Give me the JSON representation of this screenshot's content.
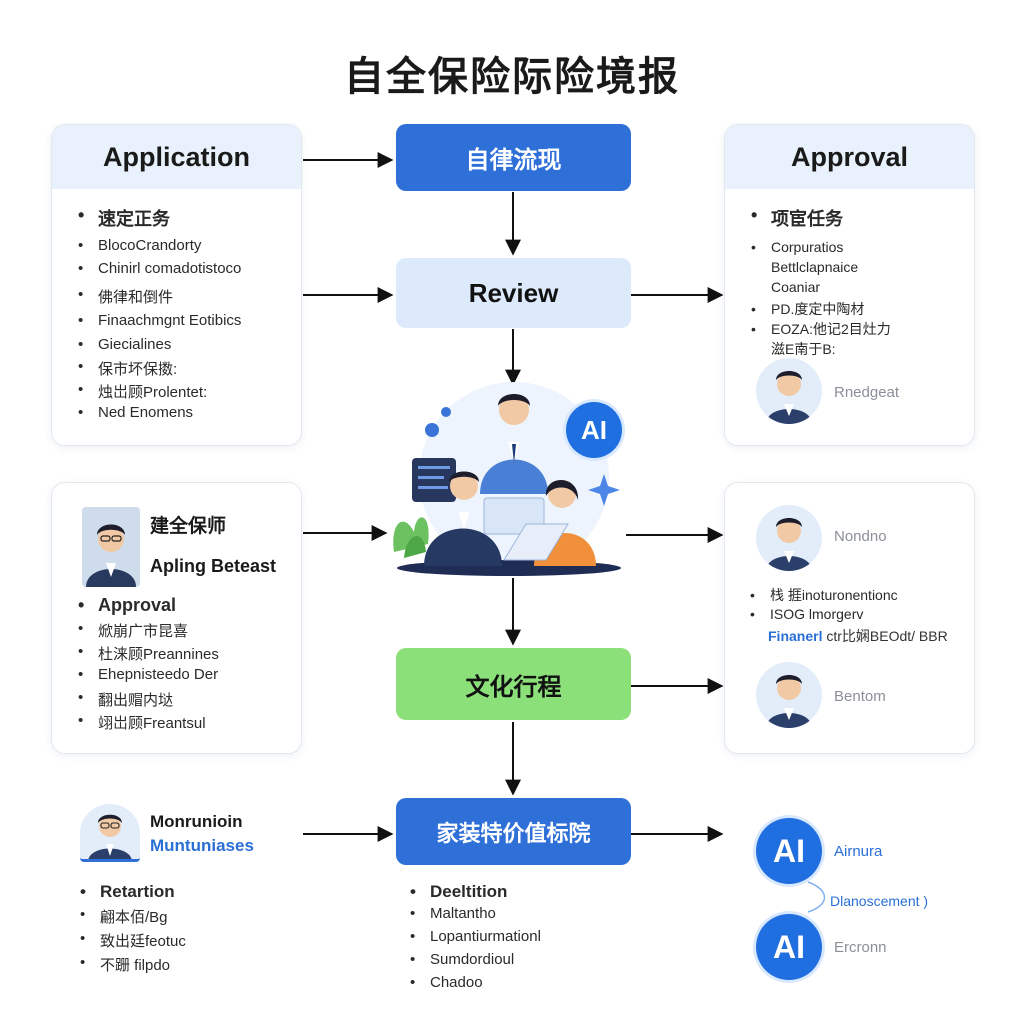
{
  "title": "自全保险际险境报",
  "flow": {
    "step1": "自律流现",
    "step2": "Review",
    "step3": "文化行程",
    "step4": "家装特价值标院",
    "ai_badge": "AI"
  },
  "application_card": {
    "header": "Application",
    "lead": "速定正务",
    "items": [
      "BlocoCrandorty",
      "Chinirl comadotistoco",
      "佛律和倒件",
      "Finaachmgnt Eotibics",
      "Giecialines",
      "保市坏保擞:",
      "烛岀顾Prolentet:",
      "Ned Enomens"
    ]
  },
  "approval_card": {
    "header": "Approval",
    "lead": "项宦任务",
    "items": [
      "Corpuratios",
      "PD.度定中陶材",
      "EOZA:他记2目灶力"
    ],
    "item1_extra": [
      "Bettlclapnaice",
      "Coaniar"
    ],
    "item3_extra": "滋E南于B:",
    "person": "Rnedgeat"
  },
  "mid_left_card": {
    "name": "建全保师",
    "subtitle": "Apling Beteast",
    "lead": "Approval",
    "items": [
      "焮崩广市昆喜",
      "杜涞顾Preannines",
      "Ehepnisteedo Der",
      "翻出赗内垯",
      "翊岀顾Freantsul"
    ]
  },
  "mid_right_card": {
    "person1": "Nondno",
    "items": [
      "栈 捱inoturonentionc",
      "ISOG lmorgerv"
    ],
    "finance_label": "Finanerl",
    "finance_rest": "ctr比娴BEOdt/ BBR",
    "person2": "Bentom"
  },
  "bottom_left": {
    "name": "Monrunioin",
    "subtitle": "Muntuniases",
    "lead": "Retartion",
    "items": [
      "翩本佰/Bg",
      "致出廷feotuc",
      "不跚 filpdo"
    ]
  },
  "bottom_center": {
    "lead": "Deeltition",
    "items": [
      "Maltantho",
      "Lopantiurmationl",
      "Sumdordioul",
      "Chadoo"
    ]
  },
  "bottom_right": {
    "ai1_badge": "AI",
    "ai1_label": "Airnura",
    "connector_label": "Dlanoscement )",
    "ai2_badge": "AI",
    "ai2_label": "Ercronn"
  },
  "colors": {
    "primary_blue": "#2f6fd8",
    "light_blue": "#ddeafb",
    "green": "#8be07a",
    "card_header": "#e8f1fc"
  }
}
